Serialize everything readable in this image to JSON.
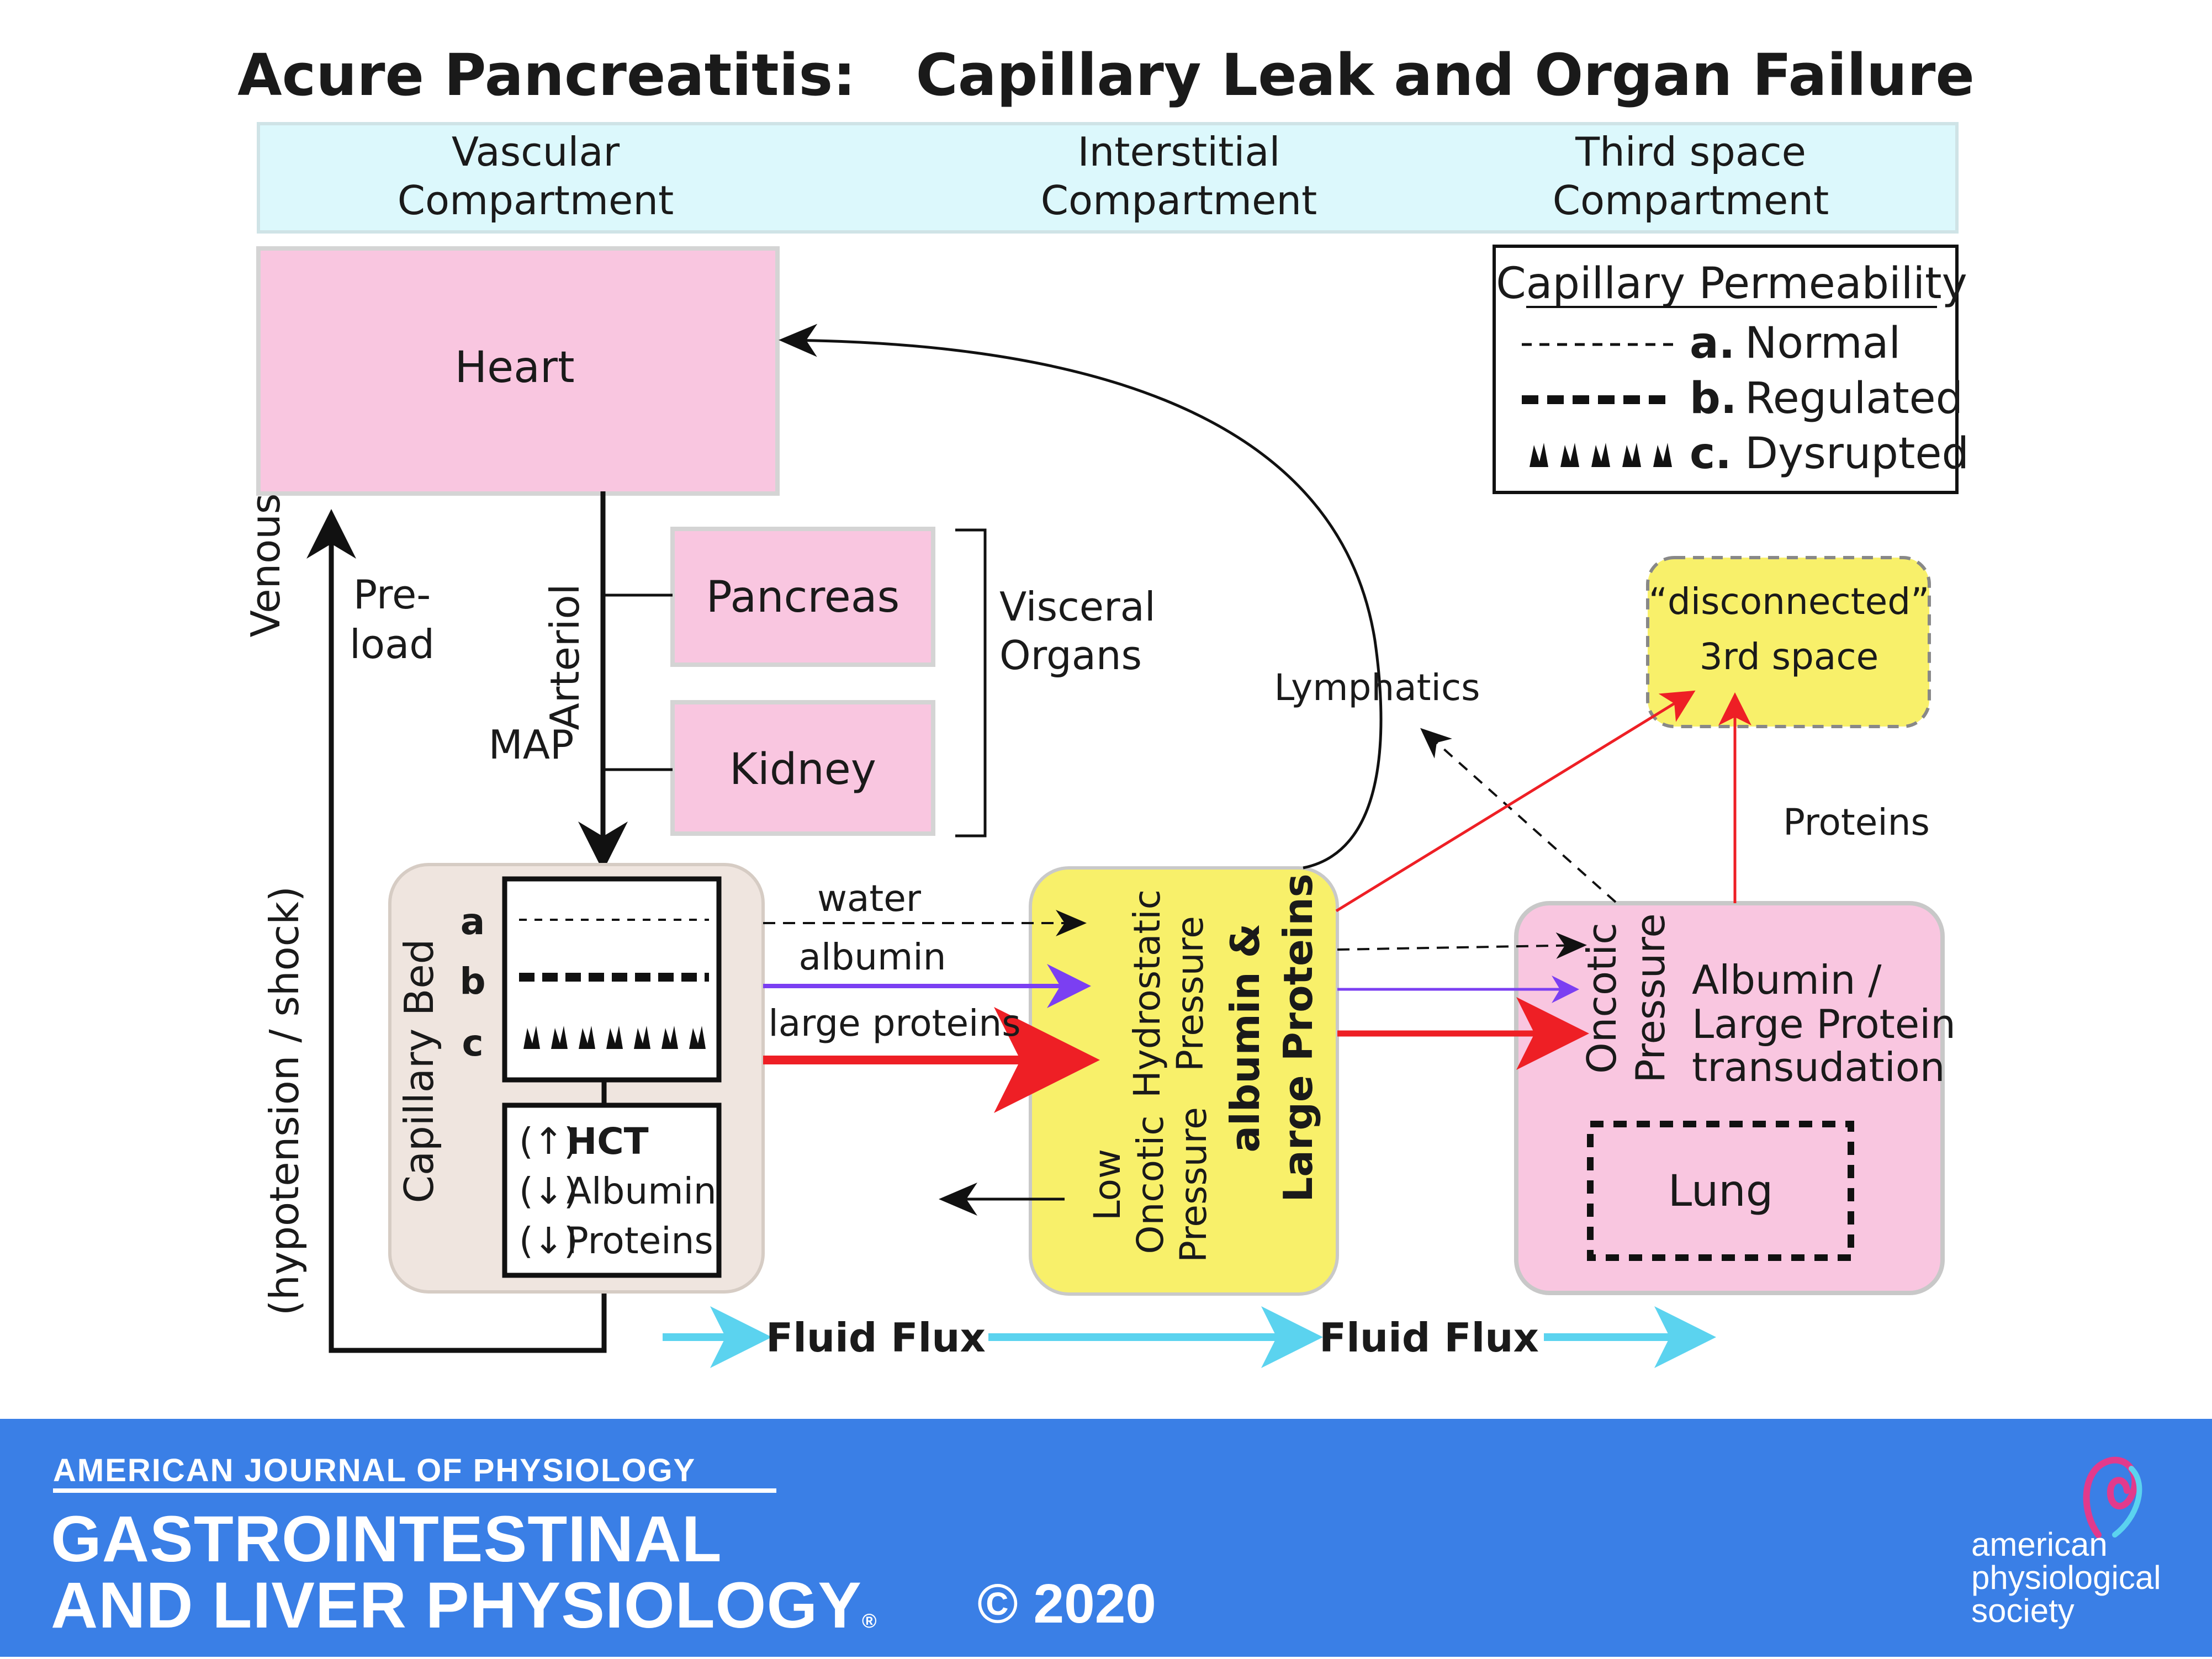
{
  "title": "Acure Pancreatitis:   Capillary Leak and Organ Failure",
  "compartments": [
    {
      "line1": "Vascular",
      "line2": "Compartment"
    },
    {
      "line1": "Interstitial",
      "line2": "Compartment"
    },
    {
      "line1": "Third space",
      "line2": "Compartment"
    }
  ],
  "legend": {
    "title": "Capillary Permeability",
    "items": [
      {
        "key": "a.",
        "label": "Normal"
      },
      {
        "key": "b.",
        "label": "Regulated"
      },
      {
        "key": "c.",
        "label": "Dysrupted"
      }
    ]
  },
  "nodes": {
    "heart": "Heart",
    "pancreas": "Pancreas",
    "kidney": "Kidney",
    "visceral_line1": "Visceral",
    "visceral_line2": "Organs",
    "disconnected_line1": "“disconnected”",
    "disconnected_line2": "3rd space",
    "lung": "Lung"
  },
  "labels": {
    "venous": "Venous",
    "preload_line1": "Pre-",
    "preload_line2": "load",
    "arteriol": "Arteriol",
    "map": "MAP",
    "hypotension": "(hypotension / shock)",
    "lymphatics": "Lymphatics",
    "proteins": "Proteins",
    "capillary_bed": "Capillary Bed",
    "row_a": "a",
    "row_b": "b",
    "row_c": "c",
    "water": "water",
    "albumin": "albumin",
    "large_proteins": "large proteins",
    "hct_prefix": "(↑)",
    "hct": "HCT",
    "albumin_prefix": "(↓)",
    "albumin_lab": "Albumin",
    "proteins_prefix": "(↓)",
    "proteins_lab": "Proteins",
    "hydrostatic_line1": "Hydrostatic",
    "hydrostatic_line2": "Pressure",
    "albumin_large_line1": "albumin &",
    "albumin_large_line2": "Large Proteins",
    "low_oncotic_line1": "Low",
    "low_oncotic_line2": "Oncotic",
    "low_oncotic_line3": "Pressure",
    "oncotic_line1": "Oncotic",
    "oncotic_line2": "Pressure",
    "transudation_line1": "Albumin /",
    "transudation_line2": "Large Protein",
    "transudation_line3": "transudation",
    "fluid_flux_1": "Fluid Flux",
    "fluid_flux_2": "Fluid Flux"
  },
  "colors": {
    "compartment_band": "#dcf8fc",
    "organ_pink": "#f9c6e0",
    "capillary_bed": "#efe5df",
    "interstitial_yellow": "#f8f06a",
    "red": "#ee1f25",
    "purple": "#7b3ff2",
    "cyan": "#5bd3ef",
    "footer_blue": "#3a7fe6"
  },
  "footer": {
    "journal_small": "AMERICAN JOURNAL OF PHYSIOLOGY",
    "journal_big1": "GASTROINTESTINAL",
    "journal_big2": "AND LIVER PHYSIOLOGY",
    "journal_reg": "®",
    "copyright": "© 2020",
    "society_line1": "american",
    "society_line2": "physiological",
    "society_line3": "society"
  }
}
